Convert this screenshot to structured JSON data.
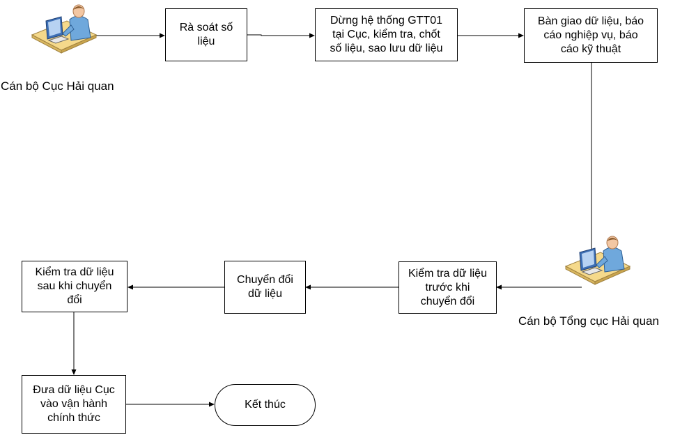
{
  "diagram": {
    "actors": {
      "cuc": {
        "label": "Cán bộ Cục Hải quan",
        "icon": "user-at-computer-icon"
      },
      "tong_cuc": {
        "label": "Cán bộ Tổng cục Hải quan",
        "icon": "user-at-computer-icon"
      }
    },
    "steps": {
      "ra_soat": "Rà soát số\nliệu",
      "dung_he_thong": "Dừng hệ thống GTT01\ntại Cục, kiểm tra, chốt\nsố liệu, sao lưu dữ liệu",
      "ban_giao": "Bàn giao dữ liệu, báo\ncáo nghiệp vụ, báo\ncáo kỹ thuật",
      "kiem_tra_truoc": "Kiểm tra dữ liệu\ntrước khi\nchuyển đổi",
      "chuyen_doi": "Chuyển đổi\ndữ liệu",
      "kiem_tra_sau": "Kiểm tra dữ liệu\nsau khi chuyển\nđổi",
      "dua_vao_van_hanh": "Đưa dữ liệu Cục\nvào vận hành\nchính thức",
      "ket_thuc": "Kết thúc"
    },
    "colors": {
      "line": "#000000",
      "person_skin": "#f3c7a3",
      "person_shirt": "#6fa8dc",
      "desk": "#f5d98b",
      "monitor": "#3d6fb5"
    }
  }
}
